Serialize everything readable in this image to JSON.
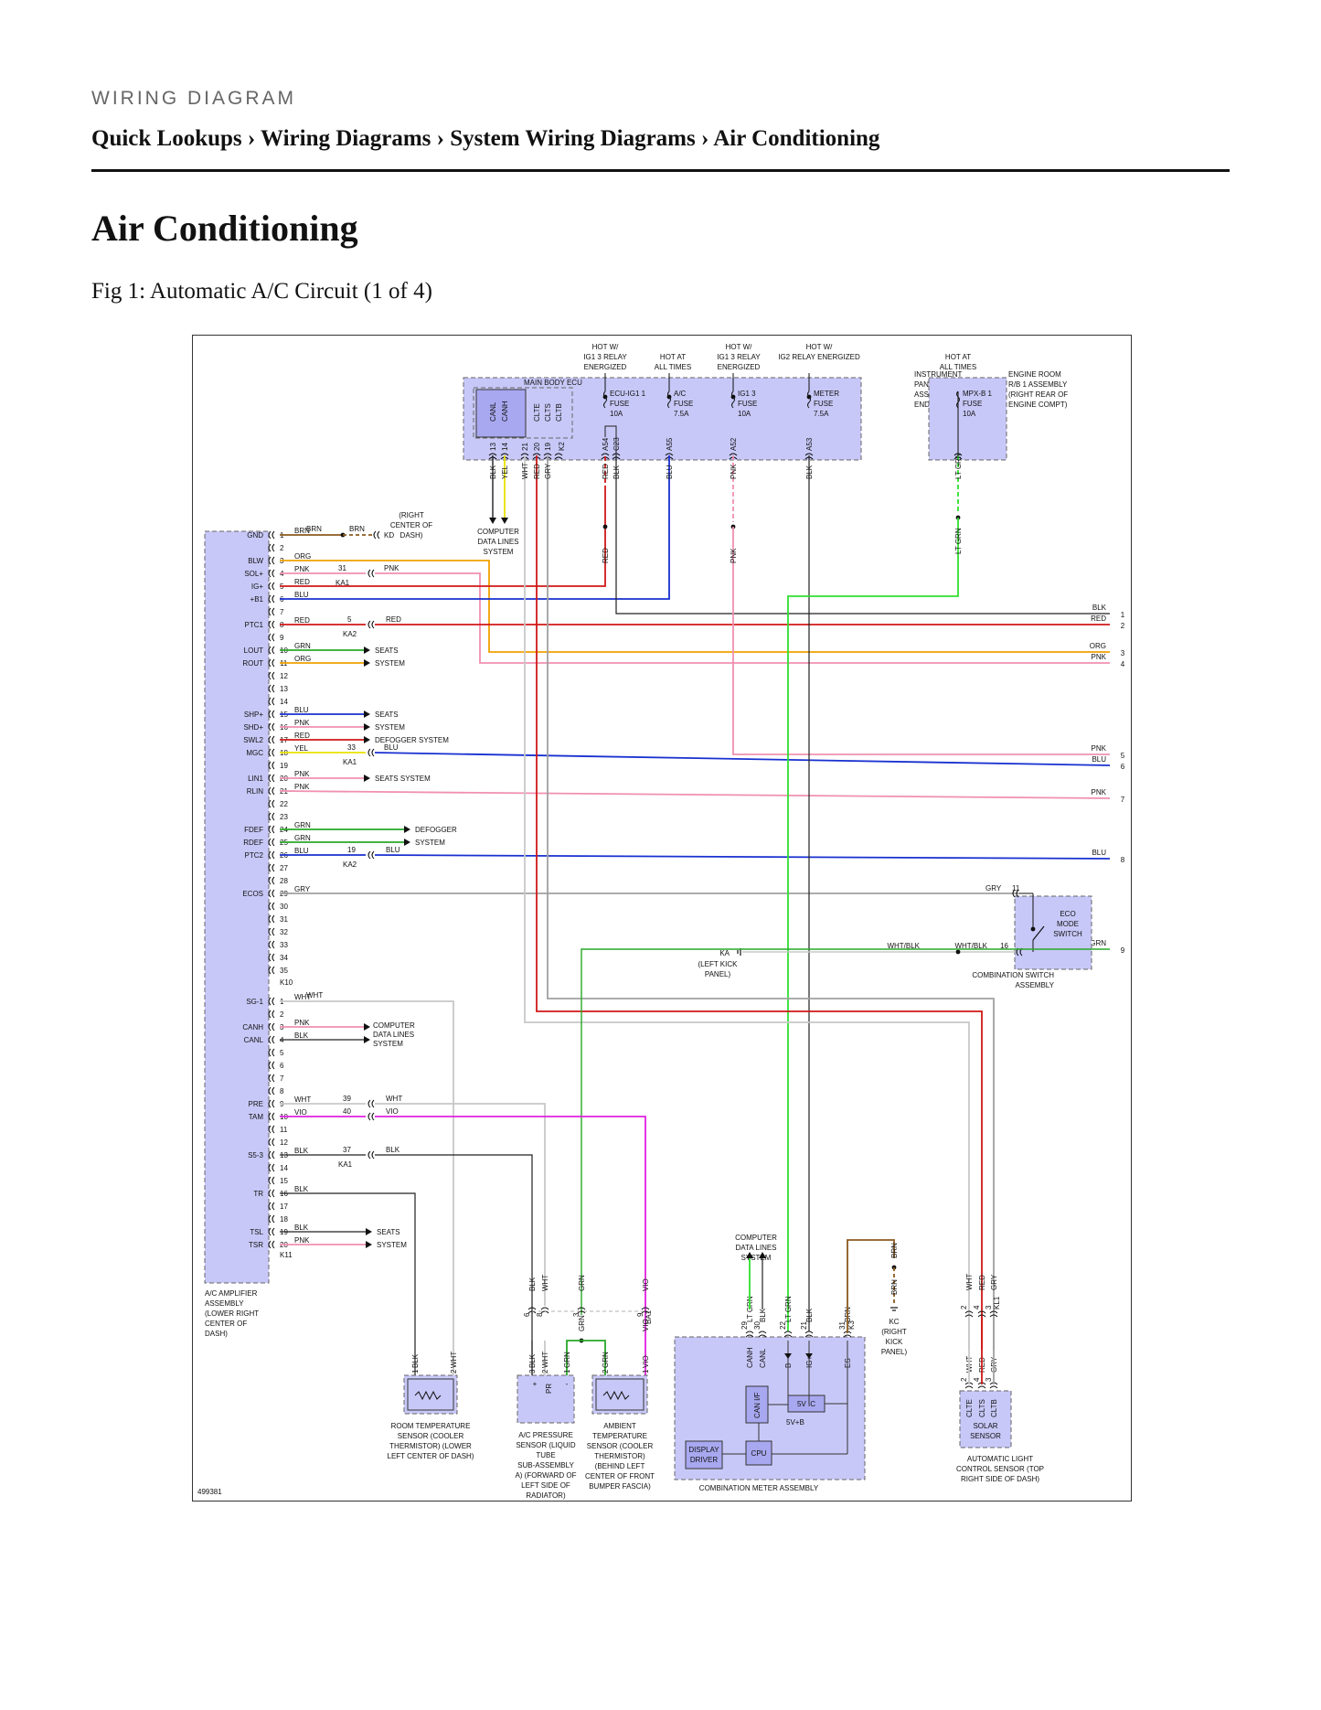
{
  "header": {
    "kicker": "WIRING DIAGRAM",
    "breadcrumb": [
      "Quick Lookups",
      "Wiring Diagrams",
      "System Wiring Diagrams",
      "Air Conditioning"
    ],
    "separator": " › "
  },
  "page": {
    "title": "Air Conditioning",
    "figure_caption": "Fig 1: Automatic A/C Circuit (1 of 4)"
  },
  "diagram": {
    "id": "499381",
    "colors": {
      "box_fill": "#c8c8f8",
      "BRN": "#8b5a1e",
      "ORG": "#f0a000",
      "PNK": "#f090b0",
      "RED": "#d01818",
      "BLU": "#1830d0",
      "GRN": "#28a828",
      "LTGRN": "#30e030",
      "YEL": "#e8e000",
      "WHT": "#c8c8c8",
      "GRY": "#a0a0a0",
      "BLK": "#202020",
      "VIO": "#e020e0"
    },
    "hot_labels": [
      "HOT W/ IG1 3 RELAY ENERGIZED",
      "HOT AT ALL TIMES",
      "HOT W/ IG1 3 RELAY ENERGIZED",
      "HOT W/ IG2 RELAY ENERGIZED",
      "HOT AT ALL TIMES"
    ],
    "main_body_ecu": "MAIN BODY ECU",
    "ecu_pins": [
      {
        "name": "CANL",
        "num": "13",
        "color": "BLK"
      },
      {
        "name": "CANH",
        "num": "14",
        "color": "YEL"
      },
      {
        "name": "",
        "num": "21",
        "color": "WHT"
      },
      {
        "name": "CLTE",
        "num": "20",
        "color": "RED"
      },
      {
        "name": "CLTS",
        "num": "19",
        "color": "GRY"
      },
      {
        "name": "CLTB",
        "num": "",
        "color": ""
      }
    ],
    "ecu_connector": "K2",
    "fuses": [
      {
        "name": "ECU-IG1 1 FUSE",
        "rating": "10A",
        "conn": "A54",
        "conn2": "C23",
        "wire": "RED",
        "wire2": "BLK"
      },
      {
        "name": "A/C FUSE",
        "rating": "7.5A",
        "conn": "A55",
        "wire": "BLU"
      },
      {
        "name": "IG1 3 FUSE",
        "rating": "10A",
        "conn": "A52",
        "wire": "PNK"
      },
      {
        "name": "METER FUSE",
        "rating": "7.5A",
        "conn": "A53",
        "wire": "BLK"
      }
    ],
    "ip_jb": "INSTRUMENT PANEL J/B ASSEMBLY (LEFT END OF DASH)",
    "engine_rb": "ENGINE ROOM R/B 1 ASSEMBLY (RIGHT REAR OF ENGINE COMPT)",
    "mpx_fuse": {
      "name": "MPX-B 1 FUSE",
      "rating": "10A",
      "wire": "LT GRN"
    },
    "ground_kd": {
      "label": "(RIGHT CENTER OF DASH)",
      "name": "KD"
    },
    "computer_data_lines": "COMPUTER DATA LINES SYSTEM",
    "amp_label": "A/C AMPLIFIER ASSEMBLY (LOWER RIGHT CENTER OF DASH)",
    "amp_pins": [
      {
        "pin": "1",
        "name": "GND",
        "wire": "BRN"
      },
      {
        "pin": "2",
        "name": "",
        "wire": ""
      },
      {
        "pin": "3",
        "name": "BLW",
        "wire": "ORG"
      },
      {
        "pin": "4",
        "name": "SOL+",
        "wire": "PNK"
      },
      {
        "pin": "5",
        "name": "IG+",
        "wire": "RED"
      },
      {
        "pin": "6",
        "name": "+B1",
        "wire": "BLU"
      },
      {
        "pin": "7",
        "name": "",
        "wire": ""
      },
      {
        "pin": "8",
        "name": "PTC1",
        "wire": "RED"
      },
      {
        "pin": "9",
        "name": "",
        "wire": ""
      },
      {
        "pin": "10",
        "name": "LOUT",
        "wire": "GRN"
      },
      {
        "pin": "11",
        "name": "ROUT",
        "wire": "ORG"
      },
      {
        "pin": "12",
        "name": "",
        "wire": ""
      },
      {
        "pin": "13",
        "name": "",
        "wire": ""
      },
      {
        "pin": "14",
        "name": "",
        "wire": ""
      },
      {
        "pin": "15",
        "name": "SHP+",
        "wire": "BLU"
      },
      {
        "pin": "16",
        "name": "SHD+",
        "wire": "PNK"
      },
      {
        "pin": "17",
        "name": "SWL2",
        "wire": "RED"
      },
      {
        "pin": "18",
        "name": "MGC",
        "wire": "YEL"
      },
      {
        "pin": "19",
        "name": "",
        "wire": ""
      },
      {
        "pin": "20",
        "name": "LIN1",
        "wire": "PNK"
      },
      {
        "pin": "21",
        "name": "RLIN",
        "wire": "PNK"
      },
      {
        "pin": "22",
        "name": "",
        "wire": ""
      },
      {
        "pin": "23",
        "name": "",
        "wire": ""
      },
      {
        "pin": "24",
        "name": "FDEF",
        "wire": "GRN"
      },
      {
        "pin": "25",
        "name": "RDEF",
        "wire": "GRN"
      },
      {
        "pin": "26",
        "name": "PTC2",
        "wire": "BLU"
      },
      {
        "pin": "27",
        "name": "",
        "wire": ""
      },
      {
        "pin": "28",
        "name": "",
        "wire": ""
      },
      {
        "pin": "29",
        "name": "ECOS",
        "wire": "GRY"
      },
      {
        "pin": "30",
        "name": "",
        "wire": ""
      },
      {
        "pin": "31",
        "name": "",
        "wire": ""
      },
      {
        "pin": "32",
        "name": "",
        "wire": ""
      },
      {
        "pin": "33",
        "name": "",
        "wire": ""
      },
      {
        "pin": "34",
        "name": "",
        "wire": ""
      },
      {
        "pin": "35",
        "name": "",
        "wire": ""
      }
    ],
    "amp_conn_a": "K10",
    "amp_pins_b": [
      {
        "pin": "1",
        "name": "SG-1",
        "wire": "WHT"
      },
      {
        "pin": "2",
        "name": "",
        "wire": ""
      },
      {
        "pin": "3",
        "name": "CANH",
        "wire": "PNK"
      },
      {
        "pin": "4",
        "name": "CANL",
        "wire": "BLK"
      },
      {
        "pin": "5",
        "name": "",
        "wire": ""
      },
      {
        "pin": "6",
        "name": "",
        "wire": ""
      },
      {
        "pin": "7",
        "name": "",
        "wire": ""
      },
      {
        "pin": "8",
        "name": "",
        "wire": ""
      },
      {
        "pin": "9",
        "name": "PRE",
        "wire": "WHT"
      },
      {
        "pin": "10",
        "name": "TAM",
        "wire": "VIO"
      },
      {
        "pin": "11",
        "name": "",
        "wire": ""
      },
      {
        "pin": "12",
        "name": "",
        "wire": ""
      },
      {
        "pin": "13",
        "name": "S5-3",
        "wire": "BLK"
      },
      {
        "pin": "14",
        "name": "",
        "wire": ""
      },
      {
        "pin": "15",
        "name": "",
        "wire": ""
      },
      {
        "pin": "16",
        "name": "TR",
        "wire": "BLK"
      },
      {
        "pin": "17",
        "name": "",
        "wire": ""
      },
      {
        "pin": "18",
        "name": "",
        "wire": ""
      },
      {
        "pin": "19",
        "name": "TSL",
        "wire": "BLK"
      },
      {
        "pin": "20",
        "name": "TSR",
        "wire": "PNK"
      }
    ],
    "amp_conn_b": "K11",
    "inline_connectors": [
      {
        "num": "31",
        "conn": "KA1",
        "wire": "PNK"
      },
      {
        "num": "5",
        "conn": "KA2",
        "wire": "RED"
      },
      {
        "num": "33",
        "conn": "KA1",
        "wire": "BLU"
      },
      {
        "num": "19",
        "conn": "KA2",
        "wire": "BLU"
      },
      {
        "num": "39",
        "conn": "",
        "wire": "WHT"
      },
      {
        "num": "40",
        "conn": "",
        "wire": "VIO"
      },
      {
        "num": "37",
        "conn": "KA1",
        "wire": "BLK"
      }
    ],
    "system_refs": {
      "seats": "SEATS SYSTEM",
      "seats_single": "SEATS SYSTEM",
      "defogger": "DEFOGGER SYSTEM",
      "defogger_split": [
        "DEFOGGER",
        "SYSTEM"
      ],
      "seats_split": [
        "SEATS",
        "SYSTEM"
      ],
      "cdl": [
        "COMPUTER",
        "DATA LINES",
        "SYSTEM"
      ]
    },
    "off_page": [
      {
        "num": "1",
        "wire": "BLK"
      },
      {
        "num": "2",
        "wire": "RED"
      },
      {
        "num": "3",
        "wire": "ORG"
      },
      {
        "num": "4",
        "wire": "PNK"
      },
      {
        "num": "5",
        "wire": "PNK"
      },
      {
        "num": "6",
        "wire": "BLU"
      },
      {
        "num": "7",
        "wire": "PNK"
      },
      {
        "num": "8",
        "wire": "BLU"
      },
      {
        "num": "9",
        "wire": "GRN"
      }
    ],
    "eco_switch": {
      "name": "ECO MODE SWITCH",
      "assembly": "COMBINATION SWITCH ASSEMBLY",
      "pin_a": "11",
      "wire_a": "GRY",
      "pin_b": "16",
      "wire_b": "WHT/BLK",
      "wire_c": "WHT/BLK",
      "ground": "KA",
      "ground_loc": "(LEFT KICK PANEL)"
    },
    "sensors": [
      {
        "name": "ROOM TEMPERATURE SENSOR (COOLER THERMISTOR) (LOWER LEFT CENTER OF DASH)",
        "pins": [
          "1",
          "2"
        ],
        "wires": [
          "BLK",
          "WHT"
        ]
      },
      {
        "name": "A/C PRESSURE SENSOR (LIQUID TUBE SUB-ASSEMBLY A) (FORWARD OF LEFT SIDE OF RADIATOR)",
        "pins": [
          "3",
          "2",
          "1"
        ],
        "wires": [
          "BLK",
          "WHT",
          "GRN"
        ]
      },
      {
        "name": "AMBIENT TEMPERATURE SENSOR (COOLER THERMISTOR) (BEHIND LEFT CENTER OF FRONT BUMPER FASCIA)",
        "pins": [
          "2",
          "1"
        ],
        "wires": [
          "GRN",
          "VIO"
        ]
      }
    ],
    "press_sensor_pins": [
      "+",
      "PR",
      "-"
    ],
    "bottom_inline": [
      {
        "num": "6",
        "wire": "BLK"
      },
      {
        "num": "8",
        "wire": "WHT"
      },
      {
        "num": "3",
        "wire": "GRN"
      },
      {
        "num": "9",
        "wire": "VIO"
      }
    ],
    "bottom_conn": "BA1",
    "combo_meter": {
      "name": "COMBINATION METER ASSEMBLY",
      "pins": [
        {
          "num": "29",
          "name": "CANH",
          "wire": "LT GRN"
        },
        {
          "num": "30",
          "name": "CANL",
          "wire": "BLK"
        },
        {
          "num": "22",
          "name": "B",
          "wire": "LT GRN"
        },
        {
          "num": "21",
          "name": "IG+",
          "wire": "BLK"
        },
        {
          "num": "31",
          "name": "ES",
          "wire": "BRN"
        }
      ],
      "connector": "K3",
      "blocks": [
        "CAN I/F",
        "5V IC",
        "5V+B",
        "CPU",
        "DISPLAY DRIVER"
      ],
      "ground": "KC",
      "ground_loc": "(RIGHT KICK PANEL)",
      "ground_wire": "BRN"
    },
    "solar_sensor": {
      "name": "AUTOMATIC LIGHT CONTROL SENSOR (TOP RIGHT SIDE OF DASH)",
      "inner": "SOLAR SENSOR",
      "pins": [
        {
          "num": "2",
          "name": "CLTE",
          "wire": "WHT"
        },
        {
          "num": "4",
          "name": "CLTS",
          "wire": "RED"
        },
        {
          "num": "3",
          "name": "CLTB",
          "wire": "GRY"
        }
      ],
      "connector": "KL1"
    }
  }
}
